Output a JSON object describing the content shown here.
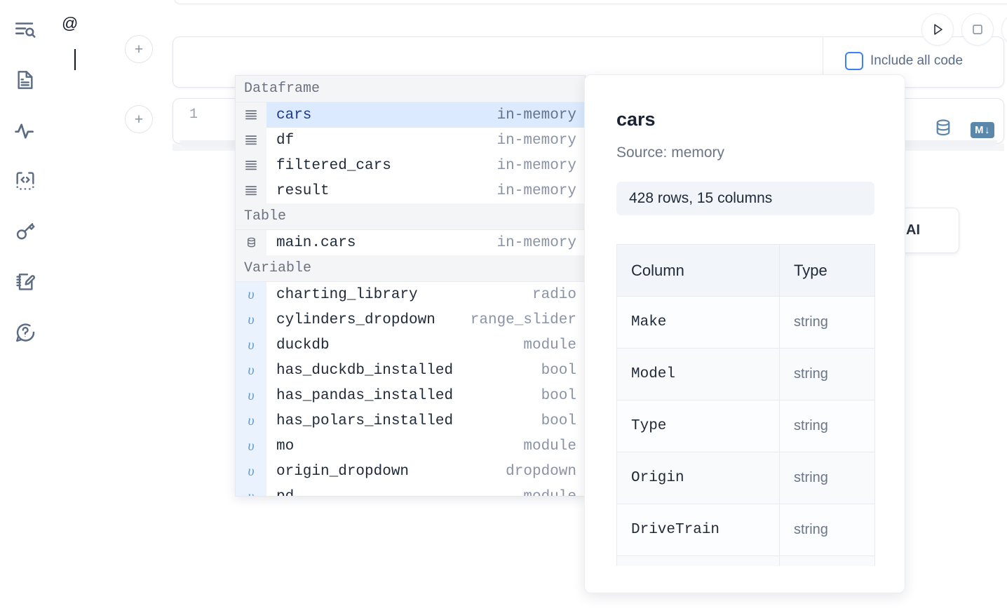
{
  "sidebar": {
    "items": [
      {
        "name": "search-outline-icon",
        "label": "Search"
      },
      {
        "name": "file-document-icon",
        "label": "Notebook"
      },
      {
        "name": "activity-pulse-icon",
        "label": "Variables"
      },
      {
        "name": "code-snippet-icon",
        "label": "Snippets"
      },
      {
        "name": "key-secrets-icon",
        "label": "Secrets"
      },
      {
        "name": "notebook-edit-icon",
        "label": "Scratchpad"
      },
      {
        "name": "help-chat-icon",
        "label": "Help"
      }
    ]
  },
  "toolbar": {
    "run_label": "Run",
    "stop_label": "Stop",
    "add_cell_label": "+",
    "include_all_code_label": "Include all code",
    "include_all_code_checked": false
  },
  "prompt": {
    "value": "@",
    "icon": "sparkle-ai-icon"
  },
  "cell": {
    "line_number": "1",
    "database_icon": "database-icon",
    "markdown_icon": "markdown-icon",
    "markdown_label": "M",
    "markdown_arrow": "↓"
  },
  "ai_card": {
    "text": "h AI"
  },
  "autocomplete": {
    "groups": [
      {
        "label": "Dataframe",
        "items": [
          {
            "icon": "dataframe-icon",
            "name": "cars",
            "type": "in-memory",
            "selected": true
          },
          {
            "icon": "dataframe-icon",
            "name": "df",
            "type": "in-memory",
            "selected": false
          },
          {
            "icon": "dataframe-icon",
            "name": "filtered_cars",
            "type": "in-memory",
            "selected": false
          },
          {
            "icon": "dataframe-icon",
            "name": "result",
            "type": "in-memory",
            "selected": false
          }
        ]
      },
      {
        "label": "Table",
        "items": [
          {
            "icon": "table-icon",
            "name": "main.cars",
            "type": "in-memory",
            "selected": false
          }
        ]
      },
      {
        "label": "Variable",
        "items": [
          {
            "icon": "variable-icon",
            "name": "charting_library",
            "type": "radio",
            "selected": false
          },
          {
            "icon": "variable-icon",
            "name": "cylinders_dropdown",
            "type": "range_slider",
            "selected": false
          },
          {
            "icon": "variable-icon",
            "name": "duckdb",
            "type": "module",
            "selected": false
          },
          {
            "icon": "variable-icon",
            "name": "has_duckdb_installed",
            "type": "bool",
            "selected": false
          },
          {
            "icon": "variable-icon",
            "name": "has_pandas_installed",
            "type": "bool",
            "selected": false
          },
          {
            "icon": "variable-icon",
            "name": "has_polars_installed",
            "type": "bool",
            "selected": false
          },
          {
            "icon": "variable-icon",
            "name": "mo",
            "type": "module",
            "selected": false
          },
          {
            "icon": "variable-icon",
            "name": "origin_dropdown",
            "type": "dropdown",
            "selected": false
          },
          {
            "icon": "variable-icon",
            "name": "pd",
            "type": "module",
            "selected": false
          }
        ]
      }
    ]
  },
  "detail": {
    "title": "cars",
    "source": "Source: memory",
    "stats": "428 rows, 15 columns",
    "columns_header": "Column",
    "type_header": "Type",
    "rows": [
      {
        "column": "Make",
        "type": "string"
      },
      {
        "column": "Model",
        "type": "string"
      },
      {
        "column": "Type",
        "type": "string"
      },
      {
        "column": "Origin",
        "type": "string"
      },
      {
        "column": "DriveTrain",
        "type": "string"
      },
      {
        "column": "",
        "type": ""
      }
    ]
  },
  "colors": {
    "accent": "#3b82f6",
    "selected_row_bg": "#dbeafe",
    "selected_row_text": "#1e3a8a",
    "group_header_bg": "#f4f5f7",
    "icon_gray": "#5b6b84",
    "db_icon": "#5b87ab"
  }
}
